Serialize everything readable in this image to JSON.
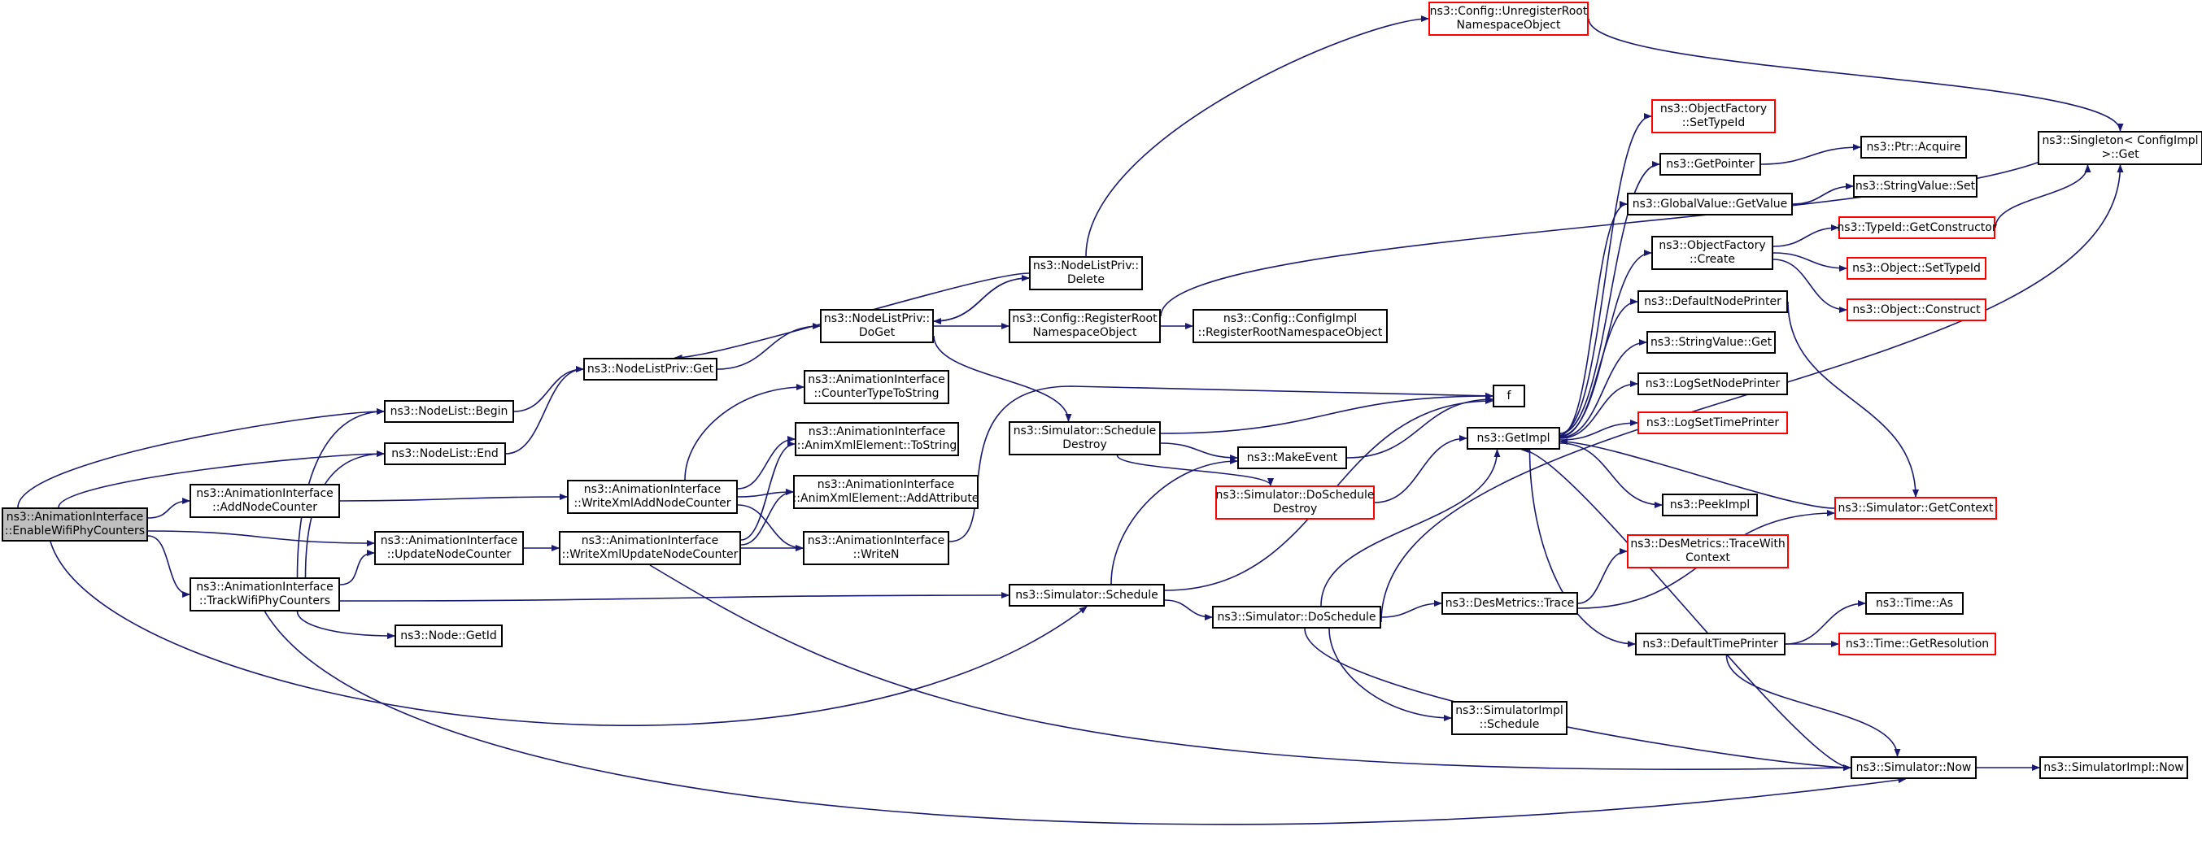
{
  "colors": {
    "edge": "#191970",
    "node_border": "#000000",
    "undocumented_border": "#ff0000",
    "root_fill": "#bfbfbf"
  },
  "nodes": {
    "root": "ns3::AnimationInterface\n::EnableWifiPhyCounters",
    "add_node_counter": "ns3::AnimationInterface\n::AddNodeCounter",
    "track_wifi": "ns3::AnimationInterface\n::TrackWifiPhyCounters",
    "nodelist_begin": "ns3::NodeList::Begin",
    "nodelist_end": "ns3::NodeList::End",
    "update_node_counter": "ns3::AnimationInterface\n::UpdateNodeCounter",
    "node_getid": "ns3::Node::GetId",
    "nlp_get": "ns3::NodeListPriv::Get",
    "write_add": "ns3::AnimationInterface\n::WriteXmlAddNodeCounter",
    "write_update": "ns3::AnimationInterface\n::WriteXmlUpdateNodeCounter",
    "counter_type": "ns3::AnimationInterface\n::CounterTypeToString",
    "anim_tostring": "ns3::AnimationInterface\n::AnimXmlElement::ToString",
    "anim_addattr": "ns3::AnimationInterface\n::AnimXmlElement::AddAttribute",
    "writen": "ns3::AnimationInterface\n::WriteN",
    "nlp_doget": "ns3::NodeListPriv::\nDoGet",
    "nlp_delete": "ns3::NodeListPriv::\nDelete",
    "cfg_register": "ns3::Config::RegisterRoot\nNamespaceObject",
    "cfg_impl_register": "ns3::Config::ConfigImpl\n::RegisterRootNamespaceObject",
    "cfg_unregister": "ns3::Config::UnregisterRoot\nNamespaceObject",
    "sim_sched_destroy": "ns3::Simulator::Schedule\nDestroy",
    "sim_schedule": "ns3::Simulator::Schedule",
    "make_event": "ns3::MakeEvent",
    "sim_do_sched_destroy": "ns3::Simulator::DoSchedule\nDestroy",
    "f": "f",
    "sim_do_schedule": "ns3::Simulator::DoSchedule",
    "get_impl": "ns3::GetImpl",
    "des_trace": "ns3::DesMetrics::Trace",
    "sim_impl_schedule": "ns3::SimulatorImpl\n::Schedule",
    "of_settypeid": "ns3::ObjectFactory\n::SetTypeId",
    "get_pointer": "ns3::GetPointer",
    "global_getvalue": "ns3::GlobalValue::GetValue",
    "of_create": "ns3::ObjectFactory\n::Create",
    "default_node_printer": "ns3::DefaultNodePrinter",
    "stringvalue_get": "ns3::StringValue::Get",
    "log_set_node_printer": "ns3::LogSetNodePrinter",
    "log_set_time_printer": "ns3::LogSetTimePrinter",
    "peek_impl": "ns3::PeekImpl",
    "des_trace_ctx": "ns3::DesMetrics::TraceWith\nContext",
    "default_time_printer": "ns3::DefaultTimePrinter",
    "sim_now": "ns3::Simulator::Now",
    "ptr_acquire": "ns3::Ptr::Acquire",
    "stringvalue_set": "ns3::StringValue::Set",
    "typeid_getctor": "ns3::TypeId::GetConstructor",
    "object_settypeid": "ns3::Object::SetTypeId",
    "object_construct": "ns3::Object::Construct",
    "sim_getcontext": "ns3::Simulator::GetContext",
    "time_as": "ns3::Time::As",
    "time_getres": "ns3::Time::GetResolution",
    "simimpl_now": "ns3::SimulatorImpl::Now",
    "singleton_get": "ns3::Singleton< ConfigImpl\n>::Get"
  }
}
